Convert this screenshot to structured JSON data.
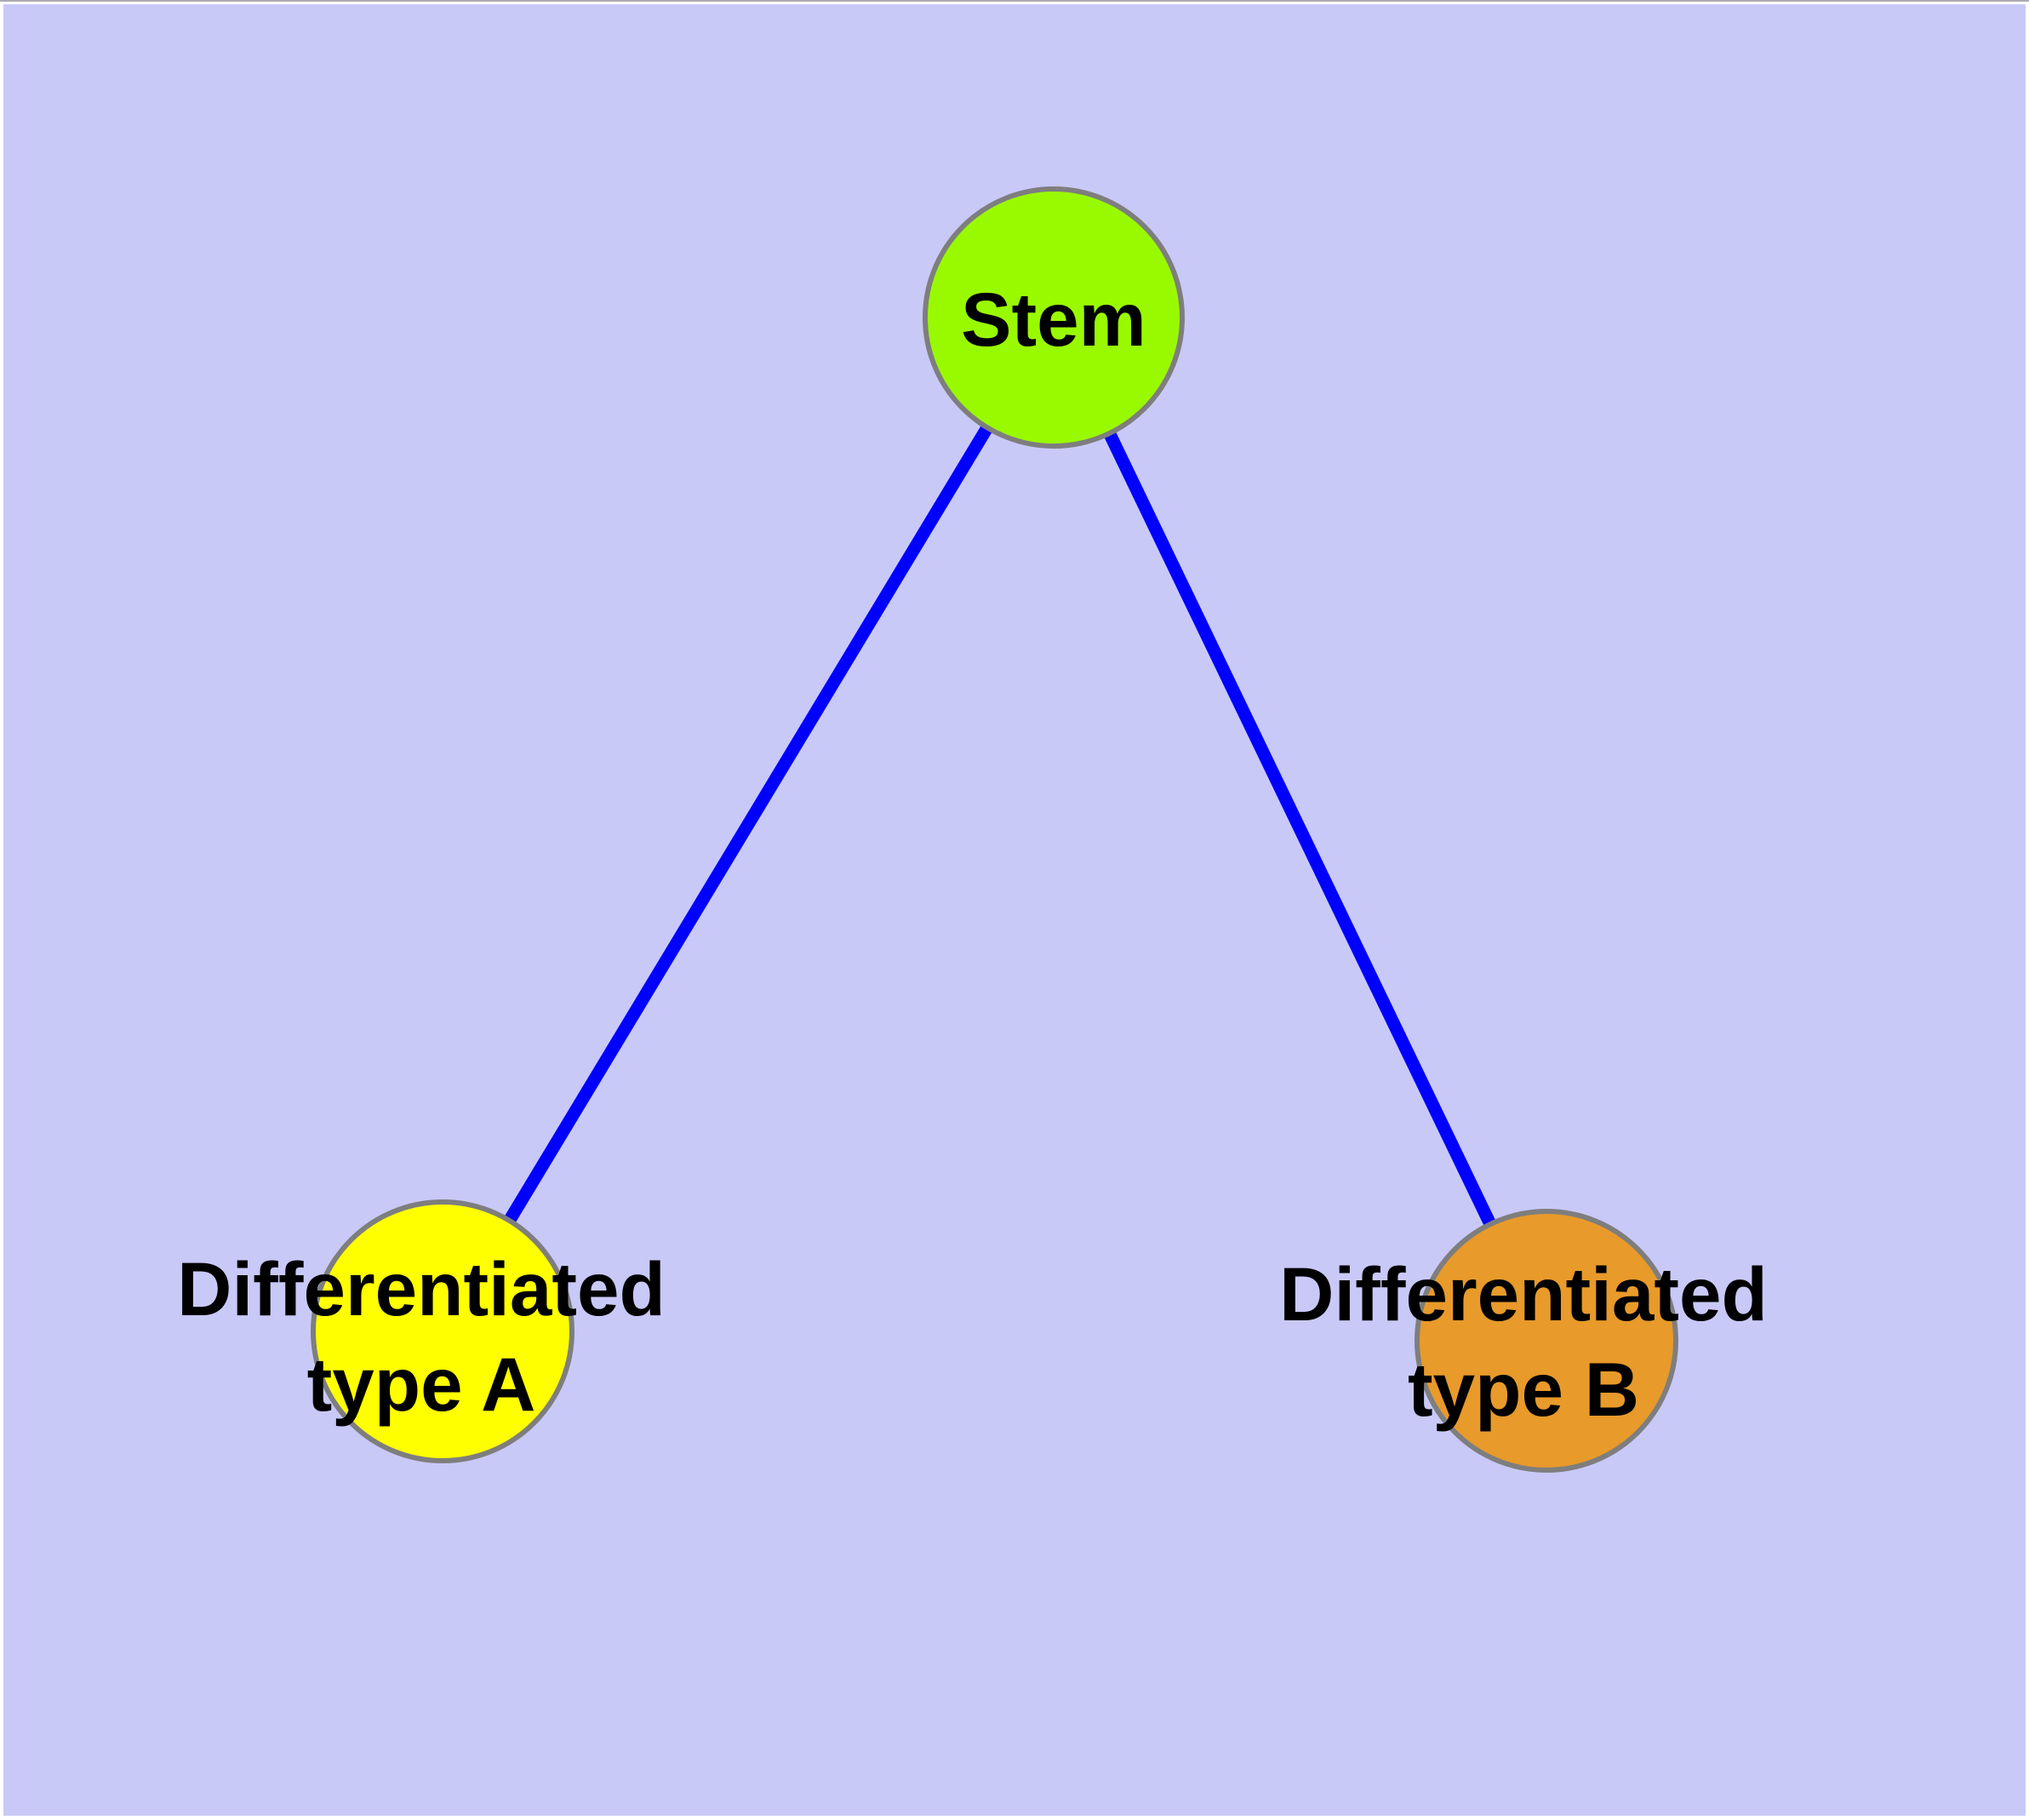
{
  "diagram": {
    "background_color": "#C9C9F8",
    "frame_color": "#FFFFFF",
    "top_rule_color": "#ABABB3",
    "text_color": "#000000",
    "node_border_color": "#7E7E7E",
    "edge_color": "#0000FF",
    "nodes": [
      {
        "id": "stem",
        "label": "Stem",
        "fill": "#99FA00"
      },
      {
        "id": "differentiated-type-a",
        "label": "Differentiated\ntype A",
        "fill": "#FFFF00"
      },
      {
        "id": "differentiated-type-b",
        "label": "Differentiated\ntype B",
        "fill": "#E89A2A"
      }
    ],
    "edges": [
      {
        "from": "stem",
        "to": "differentiated-type-a",
        "color": "#0000FF"
      },
      {
        "from": "stem",
        "to": "differentiated-type-b",
        "color": "#0000FF"
      }
    ]
  }
}
